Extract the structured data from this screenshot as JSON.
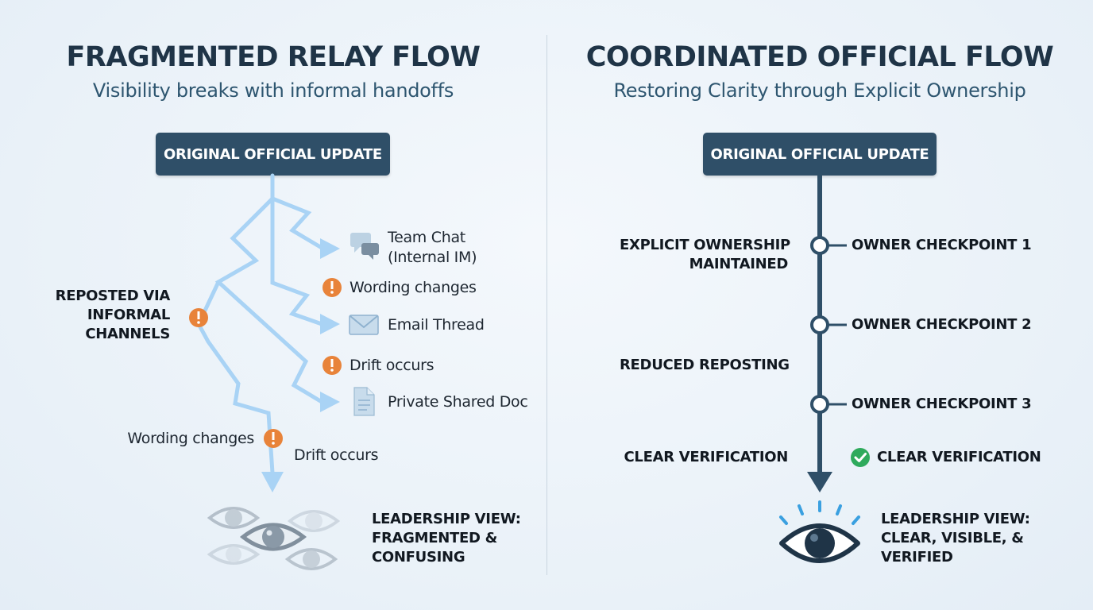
{
  "left": {
    "title": "FRAGMENTED RELAY FLOW",
    "subtitle": "Visibility breaks with informal handoffs",
    "box": "ORIGINAL OFFICIAL UPDATE",
    "channels": {
      "team_chat": [
        "Team Chat",
        "(Internal IM)"
      ],
      "email": "Email Thread",
      "doc": "Private Shared Doc"
    },
    "warnings": {
      "wording_1": "Wording changes",
      "drift_1": "Drift occurs",
      "wording_2": "Wording changes",
      "drift_2": "Drift occurs"
    },
    "reposted": [
      "REPOSTED VIA",
      "INFORMAL",
      "CHANNELS"
    ],
    "leadership": [
      "LEADERSHIP VIEW:",
      "FRAGMENTED &",
      "CONFUSING"
    ]
  },
  "right": {
    "title": "COORDINATED OFFICIAL FLOW",
    "subtitle": "Restoring Clarity through Explicit Ownership",
    "box": "ORIGINAL OFFICIAL UPDATE",
    "ownership": [
      "EXPLICIT OWNERSHIP",
      "MAINTAINED"
    ],
    "reduced": "REDUCED REPOSTING",
    "clear_left": "CLEAR VERIFICATION",
    "checkpoints": [
      "OWNER CHECKPOINT 1",
      "OWNER CHECKPOINT 2",
      "OWNER CHECKPOINT 3"
    ],
    "clear_right": "CLEAR VERIFICATION",
    "leadership": [
      "LEADERSHIP VIEW:",
      "CLEAR, VISIBLE, &",
      "VERIFIED"
    ]
  },
  "colors": {
    "dark_navy": "#2f4f68",
    "light_arrow": "#a9d3f5",
    "warning_orange": "#e8833a",
    "check_green": "#2eaa5c",
    "eye_accent": "#3aa0e0"
  },
  "icons": {
    "chat": "chat-bubbles-icon",
    "email": "envelope-icon",
    "doc": "document-icon",
    "warning": "warning-icon",
    "check": "check-circle-icon",
    "eye": "eye-icon"
  }
}
